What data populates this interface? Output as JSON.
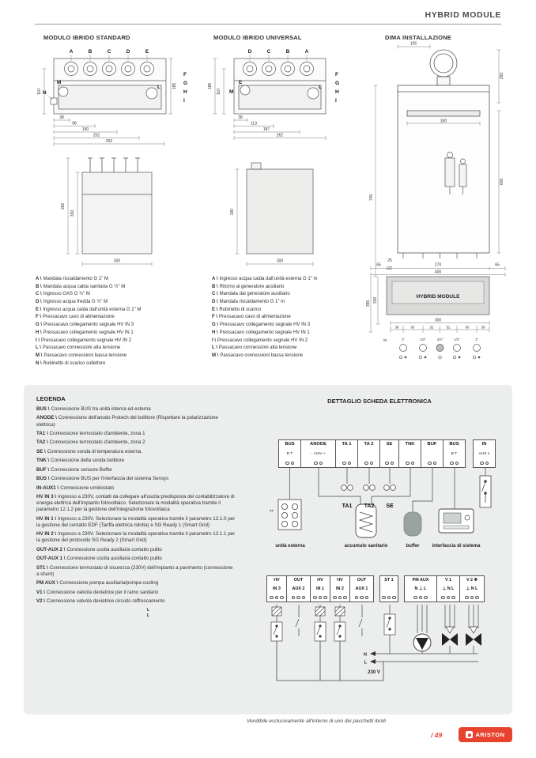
{
  "page": {
    "header_title": "HYBRID MODULE",
    "footer_note": "Vendibile esclusivamente all'interno di uno dei pacchetti ibridi",
    "page_number": "/ 49",
    "brand": "ARISTON"
  },
  "standard": {
    "title": "MODULO IBRIDO STANDARD",
    "top_labels": [
      "A",
      "B",
      "C",
      "D",
      "E"
    ],
    "inner_labels": {
      "m": "M",
      "n": "N",
      "l": "L"
    },
    "side_labels": [
      "F",
      "G",
      "H",
      "I"
    ],
    "front_dims": {
      "h_right": "185",
      "h_left": "110",
      "widths": [
        "38",
        "98",
        "150",
        "202",
        "262"
      ]
    },
    "side_dims": {
      "h_outer": "392",
      "h_inner": "330",
      "width": "300"
    },
    "legend": [
      {
        "t": "A \\",
        "d": "Mandata riscaldamento G 1\" M"
      },
      {
        "t": "B \\",
        "d": "Mandata acqua calda sanitaria G ½\" M"
      },
      {
        "t": "C \\",
        "d": "Ingresso GAS G ¾\" M"
      },
      {
        "t": "D \\",
        "d": "Ingresso acqua fredda G ½\" M"
      },
      {
        "t": "E \\",
        "d": "Ingresso acqua calda dall'unità esterna G 1\" M"
      },
      {
        "t": "F \\",
        "d": "Pressacavo cavo di alimentazione"
      },
      {
        "t": "G \\",
        "d": "Pressacavo collegamento segnale HV IN 3"
      },
      {
        "t": "H \\",
        "d": "Pressacavo collegamento segnale HV IN 1"
      },
      {
        "t": "I \\",
        "d": "Pressacavo collegamento segnale HV IN 2"
      },
      {
        "t": "L \\",
        "d": "Passacavo connessioni alta tensione"
      },
      {
        "t": "M \\",
        "d": "Passacavo connessioni bassa tensione"
      },
      {
        "t": "N \\",
        "d": "Rubinetto di scarico collettore"
      }
    ]
  },
  "universal": {
    "title": "MODULO IBRIDO UNIVERSAL",
    "top_labels": [
      "D",
      "C",
      "B",
      "A"
    ],
    "inner_labels": {
      "e": "E",
      "m": "M",
      "l": "L"
    },
    "side_labels": [
      "F",
      "G",
      "H",
      "I"
    ],
    "front_dims": {
      "h_outer": "185",
      "h_inner": "110",
      "widths": [
        "38",
        "113",
        "187",
        "262"
      ]
    },
    "side_dims": {
      "h_inner": "330",
      "width": "300"
    },
    "legend": [
      {
        "t": "A \\",
        "d": "Ingresso acqua calda dall'unità esterna G 1\" m"
      },
      {
        "t": "B \\",
        "d": "Ritorno al generatore ausiliario"
      },
      {
        "t": "C \\",
        "d": "Mandata dal generatore ausiliario"
      },
      {
        "t": "D \\",
        "d": "Mandata riscaldamento G 1\" m"
      },
      {
        "t": "E \\",
        "d": "Rubinetto di scarico"
      },
      {
        "t": "F \\",
        "d": "Pressacavo cavo di alimentazione"
      },
      {
        "t": "G \\",
        "d": "Pressacavo collegamento segnale HV IN 3"
      },
      {
        "t": "H \\",
        "d": "Pressacavo collegamento segnale HV IN 1"
      },
      {
        "t": "I \\",
        "d": "Pressacavo collegamento segnale HV IN 2"
      },
      {
        "t": "L \\",
        "d": "Passacavo connessioni alta tensione"
      },
      {
        "t": "M \\",
        "d": "Passacavo connessioni bassa tensione"
      }
    ]
  },
  "dima": {
    "title": "DIMA INSTALLAZIONE",
    "module_label": "HYBRID MODULE",
    "dims": {
      "top_offset": "105",
      "flue_height": "250",
      "bracket_width": "330",
      "total_height": "745",
      "body_height": "600",
      "gap1": "25",
      "gap2": "22",
      "side_left": "65",
      "inner_width": "270",
      "side_right": "65",
      "template_width": "400",
      "mod_height_outer": "355",
      "mod_height_inner": "330",
      "mod_width": "300",
      "spacings": [
        "38",
        "60",
        "52",
        "52",
        "60",
        "38"
      ],
      "bottom_offset": "20",
      "pipe_sizes": [
        "1\"",
        "1/2\"",
        "3/4\"",
        "1/2\"",
        "1\""
      ]
    }
  },
  "legenda": {
    "title": "LEGENDA",
    "items": [
      {
        "t": "BUS \\",
        "d": "Connessione BUS tra unità interna ed esterna"
      },
      {
        "t": "ANODE \\",
        "d": "Connessione dell'anodo Protech del bollitore (Rispettare la polarizzazione elettrica)"
      },
      {
        "t": "TA1 \\",
        "d": "Connessione termostato d'ambiente, zona 1"
      },
      {
        "t": "TA2 \\",
        "d": "Connessione termostato d'ambiente, zona 2"
      },
      {
        "t": "SE \\",
        "d": "Connessione sonda di temperatura esterna."
      },
      {
        "t": "TNK \\",
        "d": "Connessione della sonda bollitore"
      },
      {
        "t": "BUF \\",
        "d": "Connessione sensore Buffer"
      },
      {
        "t": "BUS \\",
        "d": "Connessione BUS per l'interfaccia del sistema Sensys"
      },
      {
        "t": "IN-AUX1 \\",
        "d": "Connessione umidostato"
      },
      {
        "t": "HV IN 3 \\",
        "d": "Ingresso a 230V, contatti da collegare all'uscita predisposta del contabilizzatore di energia elettrica dell'impianto fotovoltaico. Selezionare la modalità operativa tramite il parametro 12.1.2 per la gestione dell'integrazione fotovoltaica"
      },
      {
        "t": "HV IN 1 \\",
        "d": "Ingresso a 230V. Selezionare la modalità operativa tramite il parametro 12.1.0 per la gestione del contatto EDF (Tariffa elettrica ridotta) e SG Ready 1 (Smart Grid)"
      },
      {
        "t": "HV IN 2 \\",
        "d": "Ingresso a 230V. Selezionare la modalità operativa tramite il parametro 12.1.1 per la gestione del protocollo SG Ready 2 (Smart Grid)"
      },
      {
        "t": "OUT-AUX 2 \\",
        "d": "Connessione uscita ausiliaria contatto pulito"
      },
      {
        "t": "OUT-AUX 1 \\",
        "d": "Connessione uscita ausiliaria contatto pulito"
      },
      {
        "t": "ST1 \\",
        "d": "Connessione termostato di sicurezza (230V) dell'impianto a pavimento (connessione a shunt)"
      },
      {
        "t": "PM AUX \\",
        "d": "Connessione pompa ausiliaria/pompa cooling"
      },
      {
        "t": "V1 \\",
        "d": "Connessione valvola deviatrice per il ramo sanitario"
      },
      {
        "t": "V2 \\",
        "d": "Connessione valvola deviatrice circuito raffrescamento"
      }
    ]
  },
  "scheda": {
    "title": "DETTAGLIO SCHEDA ELETTRONICA",
    "top_terminals": [
      {
        "label": "BUS",
        "sub": "B T"
      },
      {
        "label": "ANODE",
        "sub": "- +24V +"
      },
      {
        "label": "TA 1"
      },
      {
        "label": "TA 2"
      },
      {
        "label": "SE"
      },
      {
        "label": "TNK"
      },
      {
        "label": "BUF"
      },
      {
        "label": "BUS",
        "sub": "B T"
      },
      {
        "label": "IN",
        "sub": "AUX 1"
      }
    ],
    "mid_labels": [
      "TA1",
      "TA2",
      "SE"
    ],
    "captions": [
      "unità esterna",
      "accumulo sanitario",
      "buffer",
      "interfaccia di sistema"
    ],
    "ext_tag": "#T",
    "bottom_terminals": [
      {
        "l1": "HV",
        "l2": "IN 3"
      },
      {
        "l1": "OUT",
        "l2": "AUX 2"
      },
      {
        "l1": "HV",
        "l2": "IN 1"
      },
      {
        "l1": "HV",
        "l2": "IN 2"
      },
      {
        "l1": "OUT",
        "l2": "AUX 1"
      },
      {
        "l1": "ST 1"
      },
      {
        "l1": "PM AUX",
        "l2": "N ⊥ L"
      },
      {
        "l1": "V 1",
        "l2": "⊥ N L"
      },
      {
        "l1": "V 2 ❄",
        "l2": "⊥ N L"
      }
    ],
    "wire_labels": {
      "ll": "L\nL",
      "n": "N",
      "l": "L",
      "voltage": "230 V"
    }
  }
}
